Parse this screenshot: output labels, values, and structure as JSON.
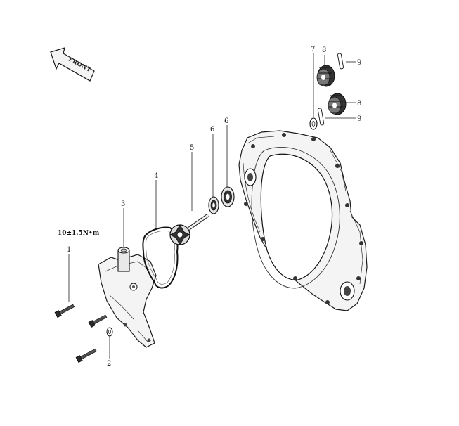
{
  "diagram": {
    "front_arrow_text": "FRONT",
    "torque_spec": "10±1.5N•m",
    "callouts": {
      "c1": "1",
      "c2": "2",
      "c3": "3",
      "c4": "4",
      "c5": "5",
      "c6a": "6",
      "c6b": "6",
      "c7": "7",
      "c8a": "8",
      "c8b": "8",
      "c9a": "9",
      "c9b": "9"
    }
  }
}
